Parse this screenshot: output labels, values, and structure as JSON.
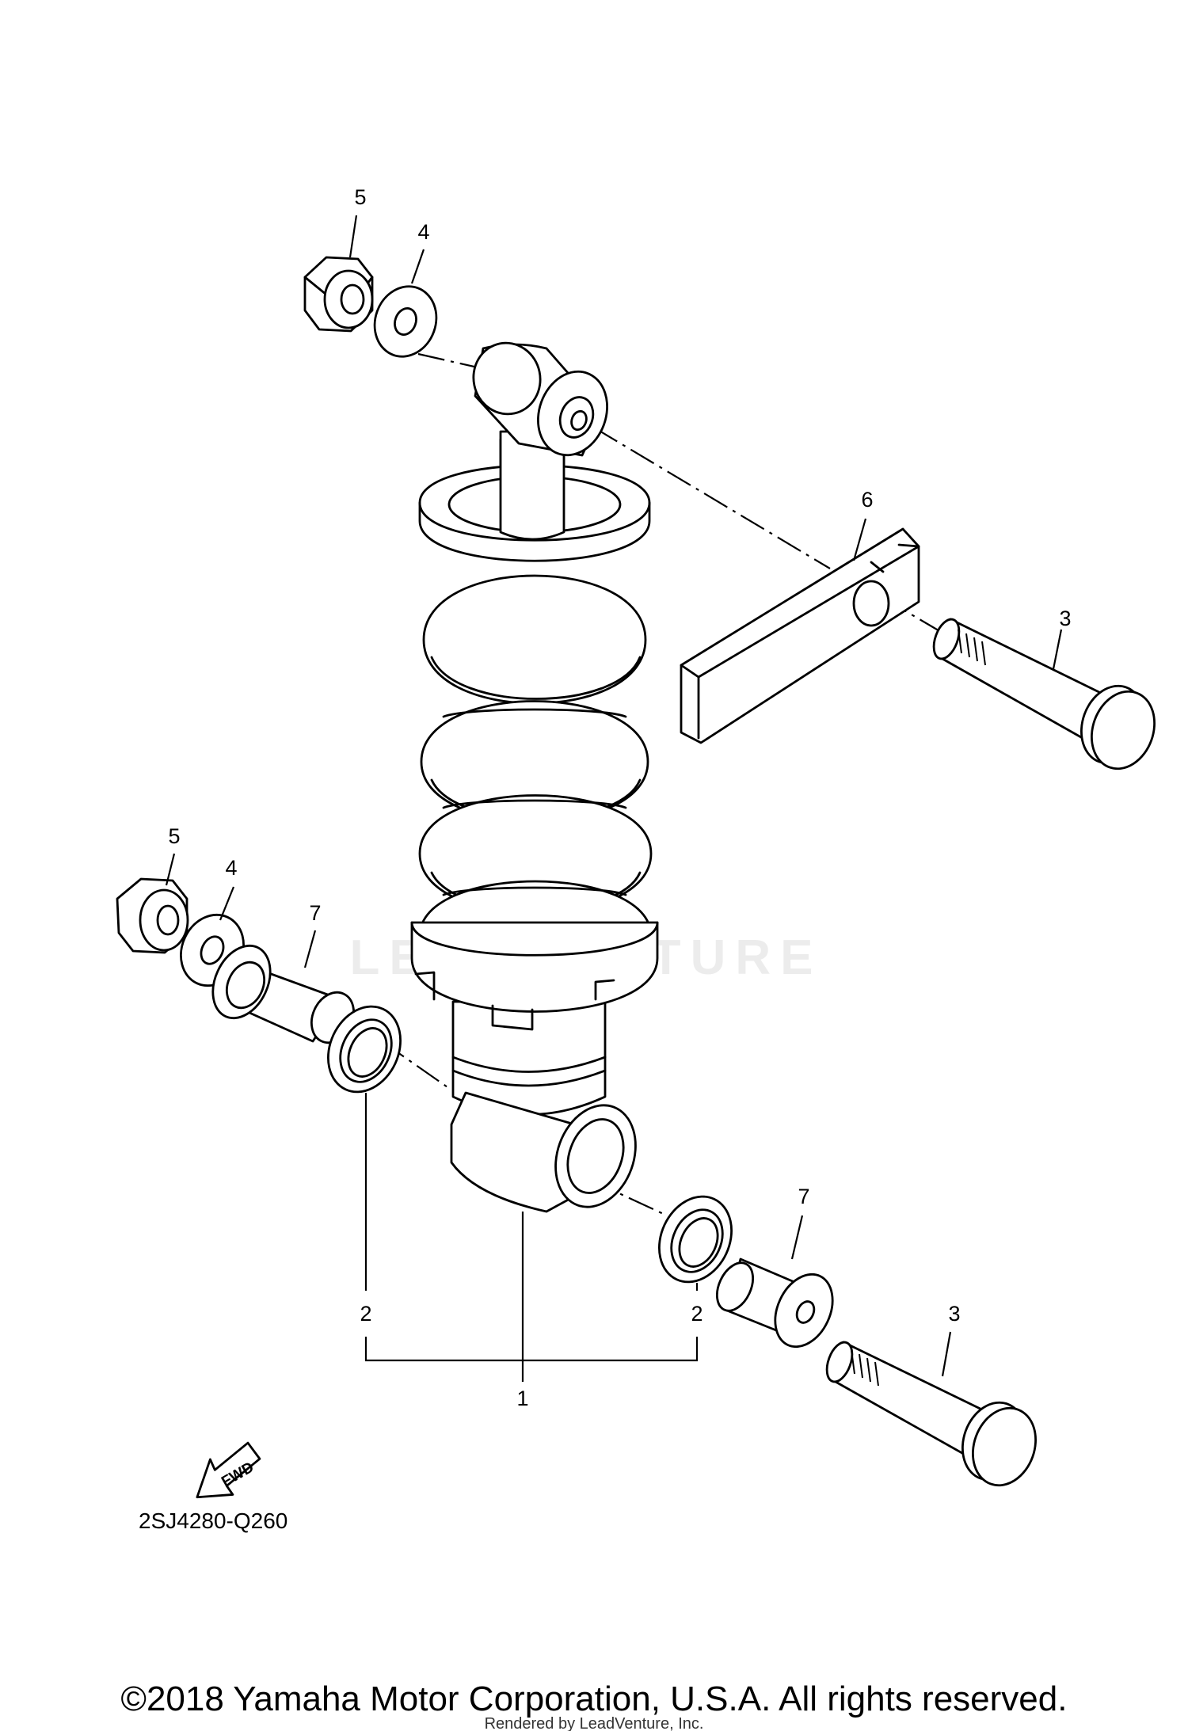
{
  "diagram": {
    "callouts": {
      "c1": "1",
      "c2a": "2",
      "c2b": "2",
      "c3a": "3",
      "c3b": "3",
      "c4a": "4",
      "c4b": "4",
      "c5a": "5",
      "c5b": "5",
      "c6": "6",
      "c7a": "7",
      "c7b": "7"
    },
    "fwd_label": "FWD",
    "diagram_code": "2SJ4280-Q260",
    "watermark": "LEADVENTURE",
    "copyright": "©2018 Yamaha Motor Corporation, U.S.A. All rights reserved.",
    "rendered_by": "Rendered by LeadVenture, Inc."
  }
}
